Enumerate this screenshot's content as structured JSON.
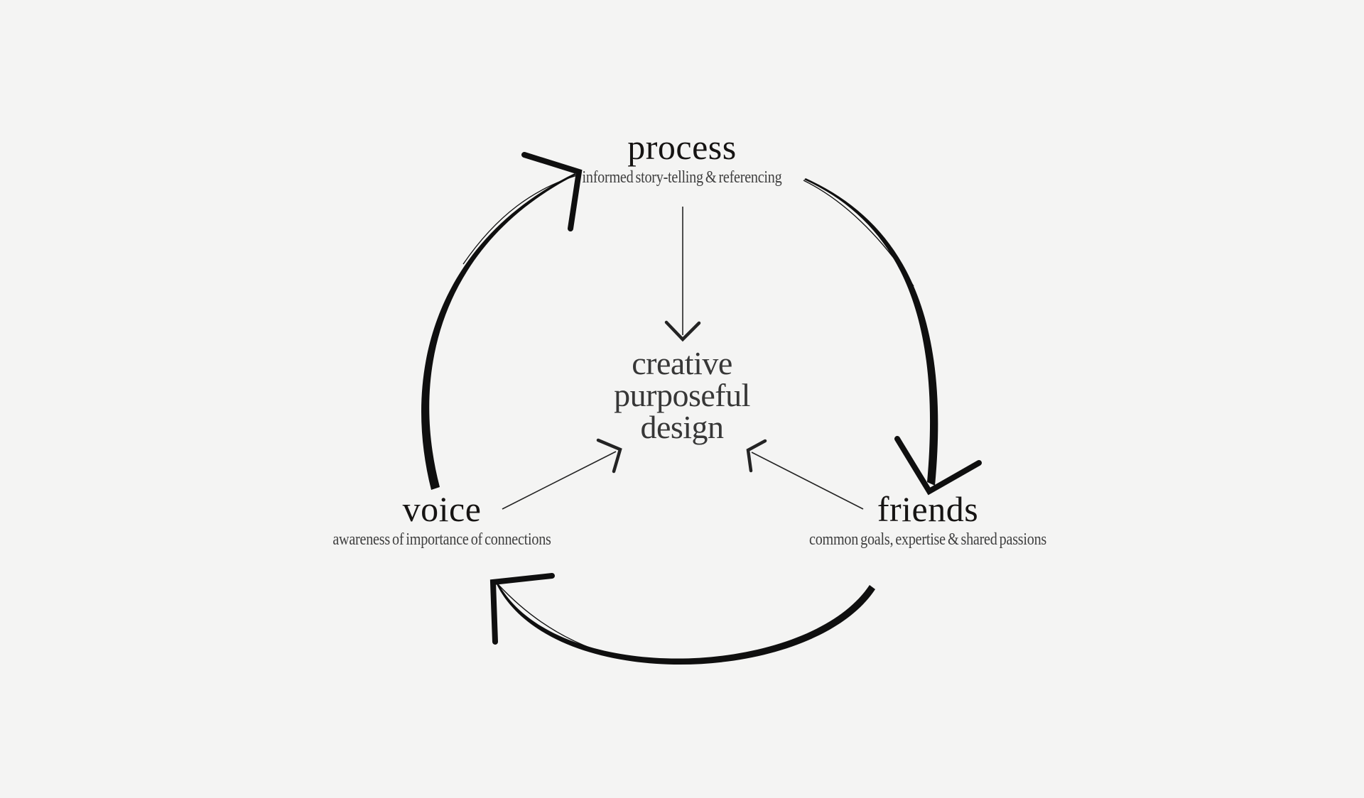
{
  "colors": {
    "background": "#f4f4f3",
    "ink": "#0f0f0f",
    "thin_ink": "#242424",
    "title_ink": "#161413",
    "center_ink": "#373737",
    "subtitle_ink": "#3f3f3f"
  },
  "center": {
    "lines": [
      "creative",
      "purposeful",
      "design"
    ]
  },
  "nodes": {
    "process": {
      "title": "process",
      "subtitle": "informed story-telling & referencing"
    },
    "voice": {
      "title": "voice",
      "subtitle": "awareness of importance of connections"
    },
    "friends": {
      "title": "friends",
      "subtitle": "common goals, expertise & shared passions"
    }
  }
}
